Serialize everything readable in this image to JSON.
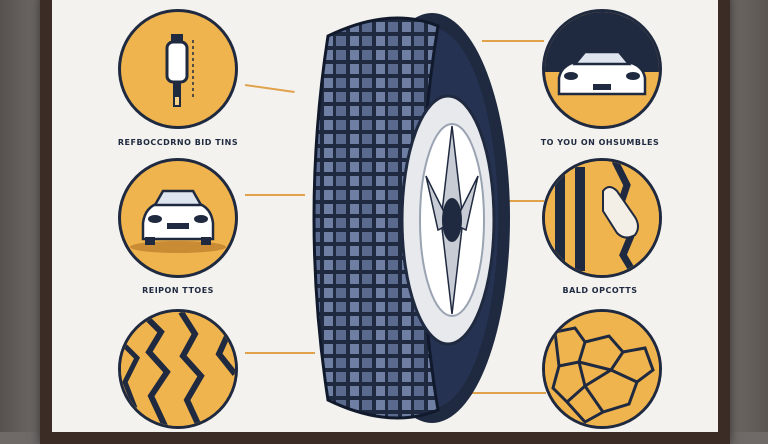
{
  "labels": {
    "top_left": "REFBOCCDRNO BID TINS",
    "top_right": "TO YOU ON OHSUMBLES",
    "mid_left": "REIPON TTOES",
    "mid_right": "BALD OPCOTTS"
  },
  "icons": [
    "gauge-icon",
    "car-front-icon",
    "car-side-icon",
    "tread-with-finger-icon",
    "worn-tread-icon",
    "cracked-rubber-icon",
    "tire-icon"
  ],
  "colors": {
    "accent": "#f0b44e",
    "navy": "#1f2a40",
    "callout": "#e0a24b",
    "poster": "#f3f2ee"
  }
}
